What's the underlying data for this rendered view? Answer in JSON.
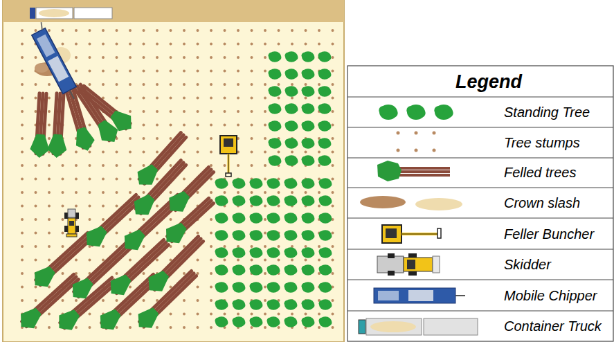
{
  "diagram": {
    "labels": [
      "Legend"
    ],
    "legend": [
      {
        "text": "Standing Tree"
      },
      {
        "text": "Tree stumps"
      },
      {
        "text": "Felled trees"
      },
      {
        "text": "Crown slash"
      },
      {
        "text": "Feller Buncher"
      },
      {
        "text": "Skidder"
      },
      {
        "text": "Mobile Chipper"
      },
      {
        "text": "Container Truck"
      }
    ]
  }
}
